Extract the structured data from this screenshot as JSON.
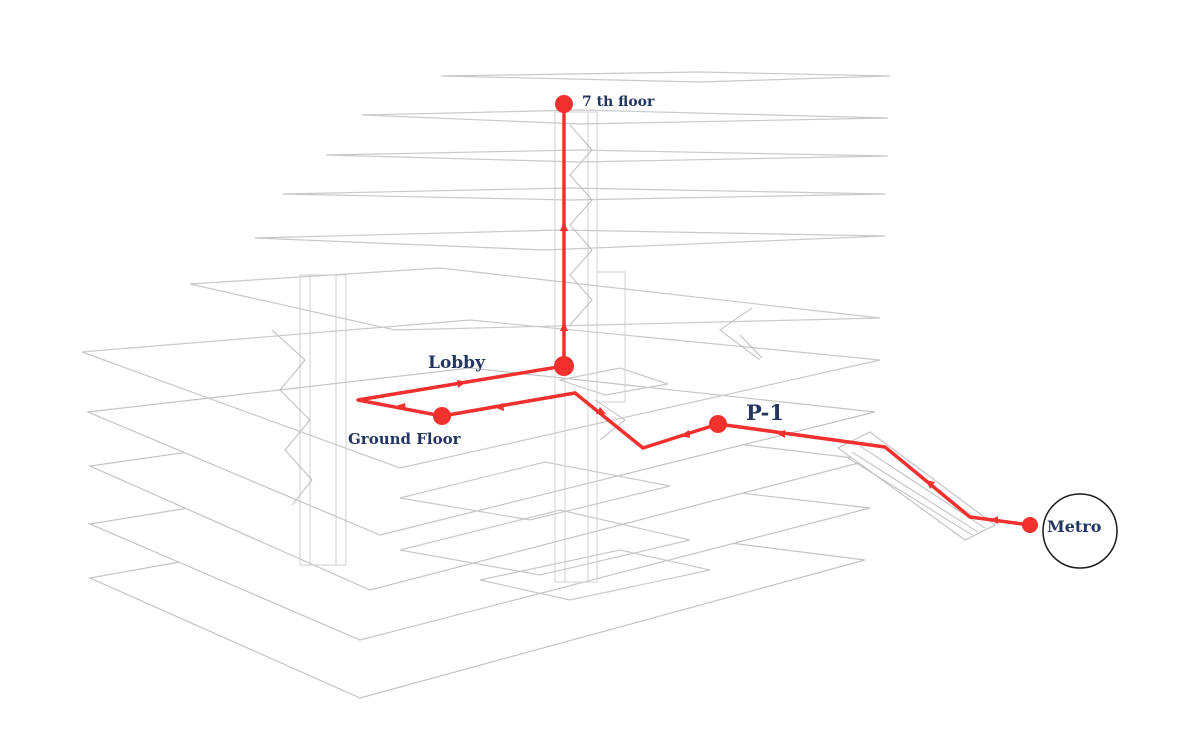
{
  "diagram": {
    "labels": {
      "seventh_floor": "7 th floor",
      "lobby": "Lobby",
      "ground_floor": "Ground Floor",
      "p1": "P-1",
      "metro": "Metro"
    },
    "colors": {
      "route": "#f2302e",
      "label_text": "#23365f",
      "slab_line": "#c9c9c9"
    }
  }
}
